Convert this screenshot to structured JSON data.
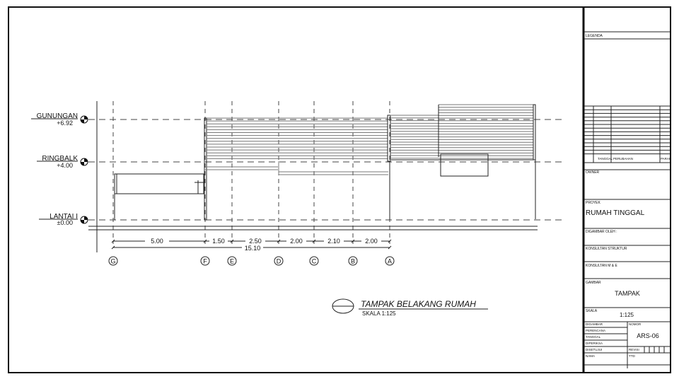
{
  "levels": [
    {
      "name": "GUNUNGAN",
      "value": "+6.92"
    },
    {
      "name": "RINGBALK",
      "value": "+4.00"
    },
    {
      "name": "LANTAI I",
      "value": "±0.00"
    }
  ],
  "dimensions": {
    "segments": [
      "5.00",
      "1.50",
      "2.50",
      "2.00",
      "2.10",
      "2.00"
    ],
    "total": "15.10"
  },
  "grid_axes": [
    "G",
    "F",
    "E",
    "D",
    "C",
    "B",
    "A"
  ],
  "drawing_title": {
    "title": "TAMPAK BELAKANG RUMAH",
    "scale": "SKALA 1:125"
  },
  "title_block": {
    "legenda": "LEGENDA",
    "revision_headers": [
      "TANGGAL",
      "PERUBAHAN",
      "PARAF"
    ],
    "owner": "OWNER",
    "proyek_label": "PROYEK",
    "proyek_value": "RUMAH  TINGGAL",
    "digambar_oleh": "DIGAMBAR OLEH :",
    "konsultan_struktur": "KONSULTAN STRUKTUR",
    "konsultan_me": "KONSULTAN M & E",
    "gambar_label": "GAMBAR",
    "gambar_value": "TAMPAK",
    "skala_label": "SKALA",
    "skala_value": "1:125",
    "left_fields": [
      "DIGAMBAR",
      "PERENCANA",
      "TANGGAL",
      "DIPERIKSA",
      "DISETUJUI",
      "NAMA"
    ],
    "nomor_label": "NOMOR",
    "nomor_value": "ARS-06",
    "revisi_label": "REVISI",
    "ttd_label": "TTD"
  }
}
